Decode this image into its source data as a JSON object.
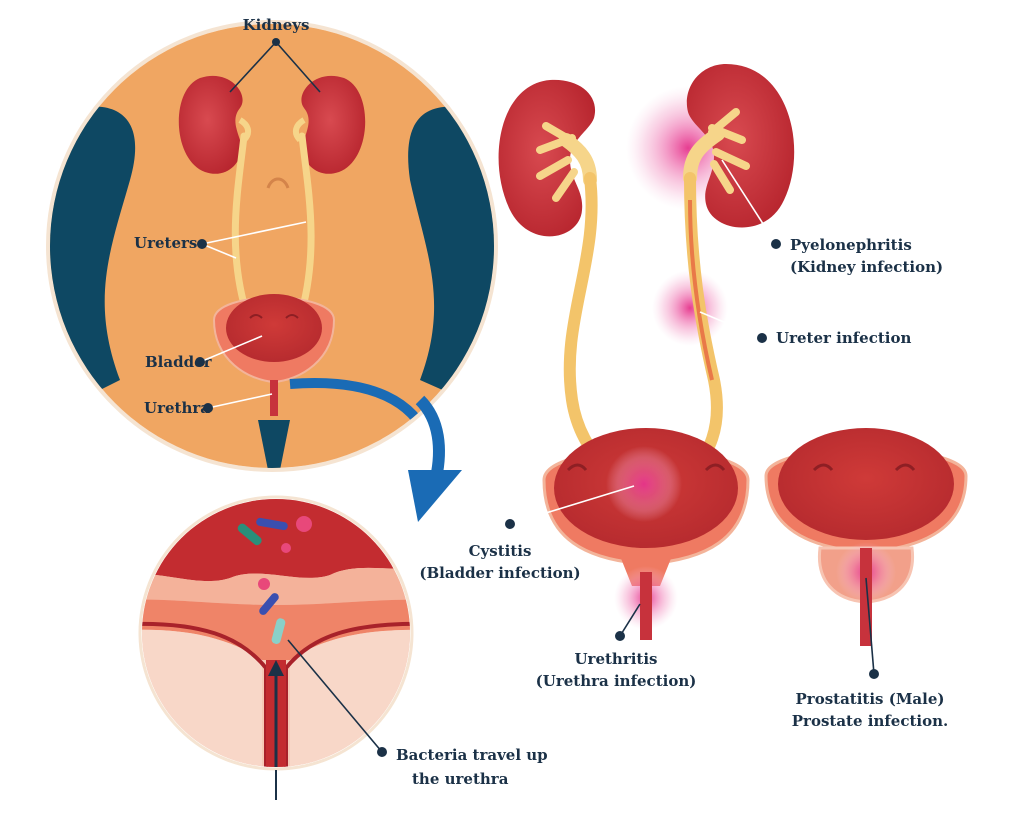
{
  "labels": {
    "kidneys": "Kidneys",
    "ureters": "Ureters",
    "bladder": "Bladder",
    "urethra": "Urethra",
    "pyelonephritis_1": "Pyelonephritis",
    "pyelonephritis_2": "(Kidney infection)",
    "ureter_infection": "Ureter infection",
    "cystitis_1": "Cystitis",
    "cystitis_2": "(Bladder infection)",
    "urethritis_1": "Urethritis",
    "urethritis_2": "(Urethra infection)",
    "prostatitis_1": "Prostatitis (Male)",
    "prostatitis_2": "Prostate infection.",
    "bacteria_1": "Bacteria travel up",
    "bacteria_2": "the urethra"
  },
  "colors": {
    "label_text": "#1b3147",
    "skin": "#f0a662",
    "dark_blue": "#0e4863",
    "kidney": "#c7323c",
    "ureter": "#f3c46a",
    "bladder_wall": "#ef7a62",
    "infection": "#e5338b",
    "arrow": "#1a6bb5"
  }
}
